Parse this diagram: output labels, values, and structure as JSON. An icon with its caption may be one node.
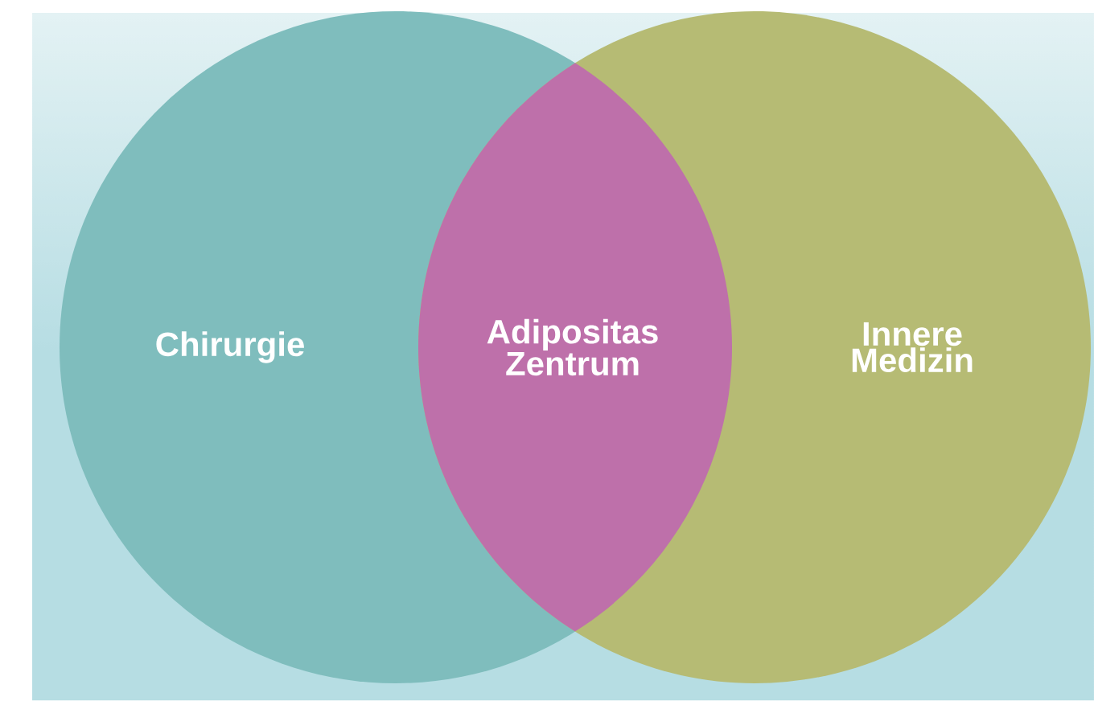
{
  "diagram": {
    "nodes": [
      {
        "text": [
          "Chirurgie"
        ]
      },
      {
        "text": [
          "Adipositas Zentrum"
        ]
      },
      {
        "text": [
          "Innere Medizin"
        ]
      }
    ]
  }
}
